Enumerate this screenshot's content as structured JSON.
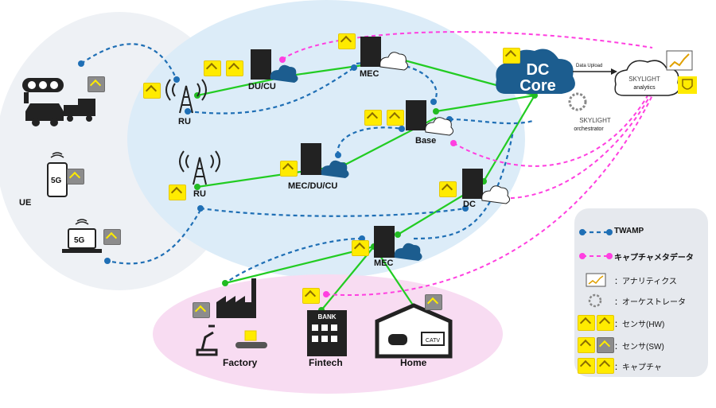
{
  "labels": {
    "ue": "UE",
    "ru_top": "RU",
    "ru_mid": "RU",
    "du_cu": "DU/CU",
    "mec_top": "MEC",
    "base": "Base",
    "mec_du_cu": "MEC/DU/CU",
    "dc": "DC",
    "mec_bottom": "MEC",
    "dc_core_line1": "DC",
    "dc_core_line2": "Core",
    "data_upload": "Data Upload",
    "skylight_analytics_brand": "SKYLIGHT",
    "skylight_analytics_sub": "analytics",
    "skylight_orch_brand": "SKYLIGHT",
    "skylight_orch_sub": "orchestrator",
    "factory": "Factory",
    "fintech": "Fintech",
    "home": "Home",
    "bank": "BANK",
    "catv": "CATV",
    "five_g_phone": "5G",
    "five_g_laptop": "5G"
  },
  "legend": {
    "twamp": "TWAMP",
    "capture_meta": "キャプチャメタデータ",
    "analytics": "：アナリティクス",
    "orchestrator": "：オーケストレータ",
    "sensor_hw": "：センサ(HW)",
    "sensor_sw": "：センサ(SW)",
    "capture": "：キャプチャ"
  },
  "colors": {
    "twamp": "#1f6fb5",
    "capture_meta": "#ff3fe0",
    "link": "#22cc22",
    "sensor": "#ffeb00",
    "dc_core": "#1c5d8f",
    "ue_region": "#eef1f5",
    "core_region": "#dcecf8",
    "edge_region": "#f8dcf2"
  }
}
